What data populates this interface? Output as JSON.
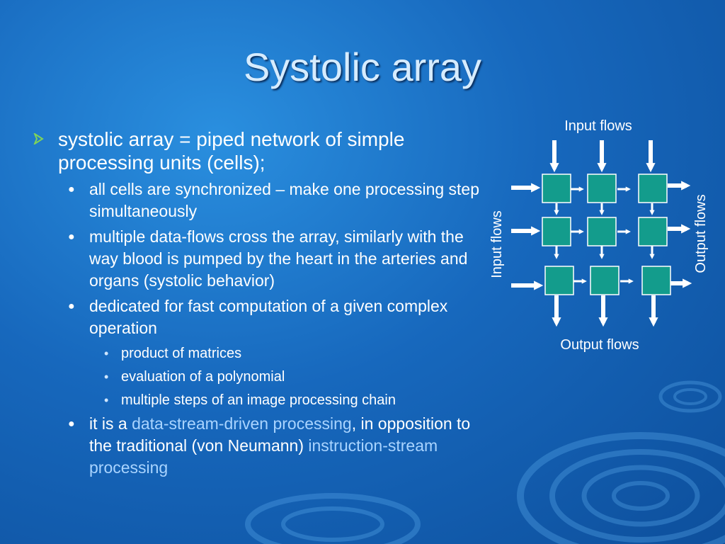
{
  "slide": {
    "title": "Systolic array"
  },
  "bullets": {
    "main": "systolic array = piped network of simple processing units (cells);",
    "sub1": "all cells are synchronized – make one processing step simultaneously",
    "sub2": "multiple data-flows cross the array, similarly with the way blood is pumped by the heart in the arteries and organs (systolic behavior)",
    "sub3": "dedicated for fast computation of a given complex operation",
    "sub3_items": [
      "product of matrices",
      "evaluation of a polynomial",
      "multiple steps of an image processing chain"
    ],
    "sub4": {
      "prefix": "it is a ",
      "highlight1": "data-stream-driven processing",
      "middle": ", in opposition to  the traditional (von Neumann) ",
      "highlight2": "instruction-stream processing"
    }
  },
  "diagram": {
    "input_top": "Input flows",
    "input_left": "Input flows",
    "output_bottom": "Output flows",
    "output_right": "Output flows",
    "cell_color": "#139c8c"
  },
  "colors": {
    "title": "#d6ecff",
    "highlight": "#a9d4ff",
    "bullet_arrow": "#7fd35a"
  }
}
